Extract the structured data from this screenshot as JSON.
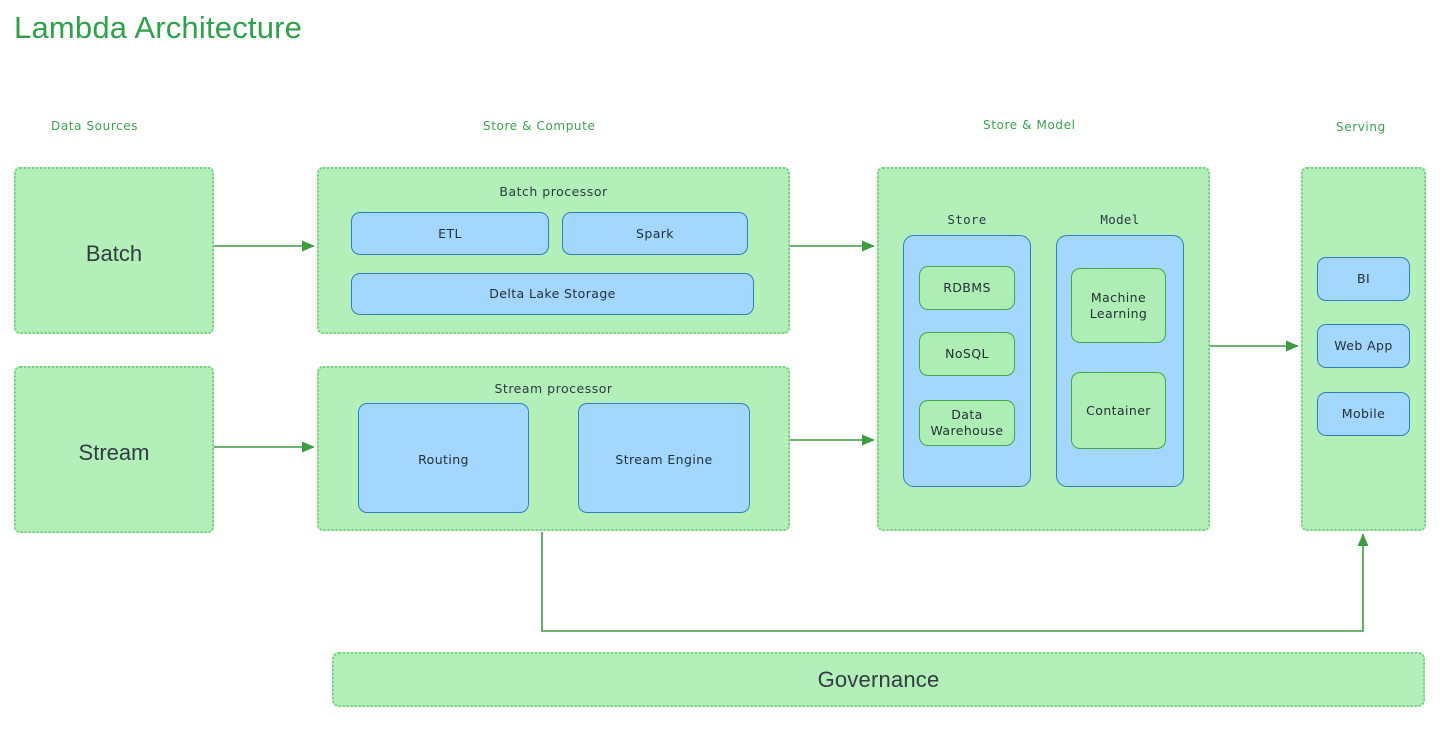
{
  "page": {
    "title": "Lambda Architecture",
    "background": "#ffffff",
    "title_color": "#2fa14b"
  },
  "colors": {
    "green_fill": "#b3efb9",
    "green_dotted_border": "#79cd82",
    "green_node_fill": "#aeeeb4",
    "green_node_border": "#41a84b",
    "blue_fill": "#a3d7fe",
    "blue_border": "#2e7fbf",
    "arrow": "#3d9c40",
    "text_dark": "#243038"
  },
  "columns": [
    {
      "label": "Data Sources"
    },
    {
      "label": "Store & Compute"
    },
    {
      "label": "Store & Model"
    },
    {
      "label": "Serving"
    }
  ],
  "sources": [
    {
      "label": "Batch"
    },
    {
      "label": "Stream"
    }
  ],
  "compute": {
    "batch": {
      "title": "Batch processor",
      "nodes": [
        {
          "label": "ETL"
        },
        {
          "label": "Spark"
        },
        {
          "label": "Delta Lake Storage"
        }
      ]
    },
    "stream": {
      "title": "Stream processor",
      "nodes": [
        {
          "label": "Routing"
        },
        {
          "label": "Stream Engine"
        }
      ]
    }
  },
  "store_model": {
    "panels": [
      {
        "caption": "Store",
        "nodes": [
          {
            "label": "RDBMS"
          },
          {
            "label": "NoSQL"
          },
          {
            "label": "Data\nWarehouse"
          }
        ]
      },
      {
        "caption": "Model",
        "nodes": [
          {
            "label": "Machine\nLearning"
          },
          {
            "label": "Container"
          }
        ]
      }
    ]
  },
  "serving": {
    "nodes": [
      {
        "label": "BI"
      },
      {
        "label": "Web App"
      },
      {
        "label": "Mobile"
      }
    ]
  },
  "governance": {
    "label": "Governance"
  }
}
